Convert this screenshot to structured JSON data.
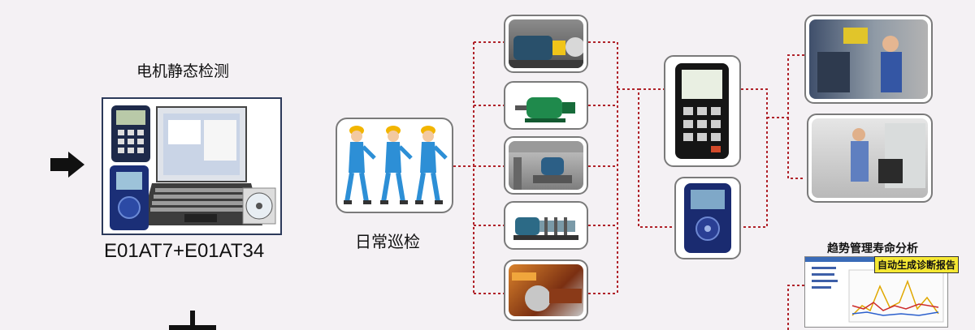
{
  "left": {
    "title": "电机静态检测",
    "caption": "E01AT7+E01AT34"
  },
  "center": {
    "caption": "日常巡检"
  },
  "right": {
    "trend_title": "趋势管理寿命分析",
    "report_badge": "自动生成诊断报告"
  },
  "colors": {
    "background": "#f4f1f4",
    "link_dotted": "#b0232a",
    "card_border": "#7a7a7a",
    "badge_fill": "#f6e833"
  },
  "icons": {
    "arrow": "arrow-right-icon",
    "plus": "plus-icon"
  }
}
